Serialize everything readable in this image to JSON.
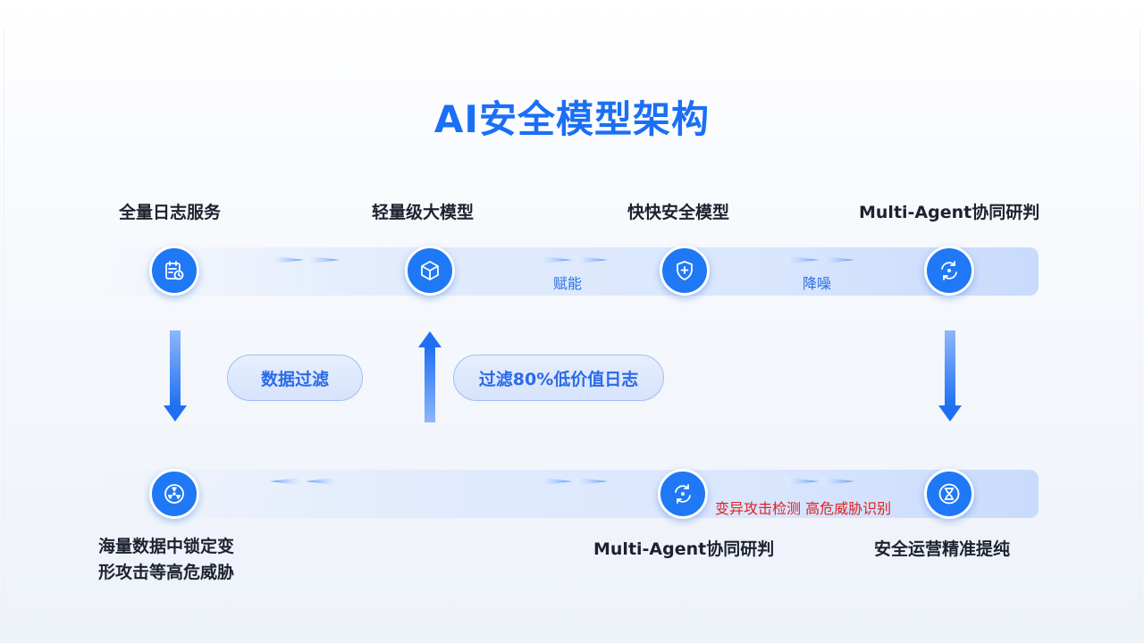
{
  "title": "AI安全模型架构",
  "top_row": {
    "labels": [
      "全量日志服务",
      "轻量级大模型",
      "快快安全模型",
      "Multi-Agent协同研判"
    ],
    "connector_labels": [
      "赋能",
      "降噪"
    ],
    "icons": [
      "log-calendar-icon",
      "cube-icon",
      "shield-plus-icon",
      "cycle-icon"
    ]
  },
  "middle": {
    "pill_left": "数据过滤",
    "pill_right": "过滤80%低价值日志"
  },
  "bottom_row": {
    "labels": {
      "left_line1": "海量数据中锁定变",
      "left_line2": "形攻击等高危威胁",
      "middle": "Multi-Agent协同研判",
      "right": "安全运营精准提纯"
    },
    "connector_label": "变异攻击检测 高危威胁识别",
    "icons": [
      "radiation-icon",
      "cycle-icon",
      "hourglass-icon"
    ]
  },
  "colors": {
    "accent": "#1f78f5",
    "title": "#1a6ff5",
    "alert": "#e02020"
  }
}
